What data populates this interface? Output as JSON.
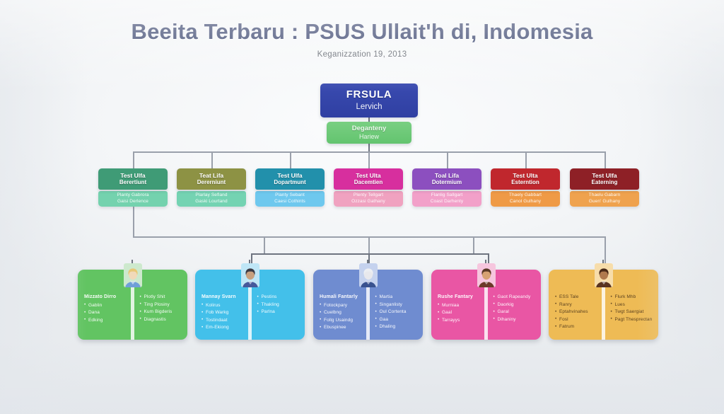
{
  "header": {
    "title": "Beeita Terbaru : PSUS Ullait'h di, Indomesia",
    "subtitle": "Keganizzation 19, 2013"
  },
  "colors": {
    "background": "#f3f5f7",
    "title": "#2e3a66",
    "connector": "#6e7480",
    "root": "#2f3fa2",
    "deputy": "#63c46f"
  },
  "root": {
    "label": "FRSULA",
    "sub": "Lervich"
  },
  "deputy": {
    "label": "Deganteny",
    "sub": "Hariew"
  },
  "departments": [
    {
      "line1": "Test Ulfa",
      "line2": "Berertiunt",
      "sub1": "Planty Gabrora",
      "sub2": "Gaisi Derlence",
      "head_color": "#3f9b76",
      "body_color": "#74d2ae"
    },
    {
      "line1": "Teat Lifa",
      "line2": "Dererniunt",
      "sub1": "Plarlay Sefland",
      "sub2": "Gaski Lourtand",
      "head_color": "#8d9244",
      "body_color": "#74d3b2"
    },
    {
      "line1": "Test Ulfa",
      "line2": "Dopartmunt",
      "sub1": "Planty Sebant",
      "sub2": "Caesi Cothints",
      "head_color": "#2290ab",
      "body_color": "#6ec8ee"
    },
    {
      "line1": "Test Ulta",
      "line2": "Dacemtien",
      "sub1": "Plenty Tellgart",
      "sub2": "Ozzasi Gathany",
      "head_color": "#d72f9e",
      "body_color": "#f0a2c0"
    },
    {
      "line1": "Toal Lifa",
      "line2": "Dotermium",
      "sub1": "Flanlig Sallgart",
      "sub2": "Coast Darhenty",
      "head_color": "#8c4fbf",
      "body_color": "#f2a0c9"
    },
    {
      "line1": "Test Ulta",
      "line2": "Esterntion",
      "sub1": "Thaely Gabbart",
      "sub2": "Canol Gulhany",
      "head_color": "#c0272d",
      "body_color": "#ef9a46"
    },
    {
      "line1": "Test Ulfa",
      "line2": "Eaterning",
      "sub1": "Thaelu Gabarn",
      "sub2": "Guen' Gulhany",
      "head_color": "#8e2026",
      "body_color": "#efa24e"
    }
  ],
  "people": [
    {
      "card_color": "#62c462",
      "text_tone": "light",
      "avatar": "avatar-person-1",
      "avatar_colors": {
        "bg": "#cde9cd",
        "skin": "#f1d9b9",
        "hair": "#e8c877",
        "cloth": "#6f9fd8"
      },
      "name": "Mizzato Dirro",
      "left_items": [
        "Gablin",
        "Dana",
        "Edking"
      ],
      "right_items": [
        "Plotly Shit",
        "Ting Plosiny",
        "Kum Bigderis",
        "Diagnastis"
      ]
    },
    {
      "card_color": "#43c0ea",
      "text_tone": "light",
      "avatar": "avatar-person-2",
      "avatar_colors": {
        "bg": "#bfe6f6",
        "skin": "#c8a07e",
        "hair": "#3a3a44",
        "cloth": "#46589b"
      },
      "name": "Mannay Svarn",
      "left_items": [
        "Kolirus",
        "Fob Warkg",
        "Tostindaat",
        "Em-Ekiong"
      ],
      "right_items": [
        "Pestins",
        "Thakling",
        "Parlna"
      ]
    },
    {
      "card_color": "#6f8cd0",
      "text_tone": "light",
      "avatar": "avatar-person-3",
      "avatar_colors": {
        "bg": "#c5d2ee",
        "skin": "#e8e8ec",
        "hair": "#eceef2",
        "cloth": "#38518f"
      },
      "name": "Humali Fantarly",
      "left_items": [
        "Fotockpary",
        "Cuelbng",
        "Follg Usaindg",
        "Ebuspinee"
      ],
      "right_items": [
        "Martia",
        "Singanlisty",
        "Oul Cortenta",
        "Gaa",
        "Dhaling"
      ]
    },
    {
      "card_color": "#e956a4",
      "text_tone": "light",
      "avatar": "avatar-person-4",
      "avatar_colors": {
        "bg": "#f6c6de",
        "skin": "#d7a273",
        "hair": "#5b3a26",
        "cloth": "#6c3a2a"
      },
      "name": "Rushe Fantary",
      "left_items": [
        "Murniaa",
        "Gaal",
        "Tarrayys"
      ],
      "right_items": [
        "Gaot Rapeandy",
        "Daorkig",
        "Garal",
        "Dihaniny"
      ]
    },
    {
      "card_color": "#eebb55",
      "text_tone": "dark",
      "avatar": "avatar-person-5",
      "avatar_colors": {
        "bg": "#f7ddaa",
        "skin": "#b07a4e",
        "hair": "#4a2a18",
        "cloth": "#5a3420"
      },
      "name": "",
      "left_items": [
        "ESS Tale",
        "Ranry",
        "Eptahvinahes",
        "Fosl",
        "Fatrum"
      ],
      "right_items": [
        "Flurk Mhb",
        "Lues",
        "Twgt Saergiat",
        "Pagt Thesprectan"
      ]
    }
  ]
}
